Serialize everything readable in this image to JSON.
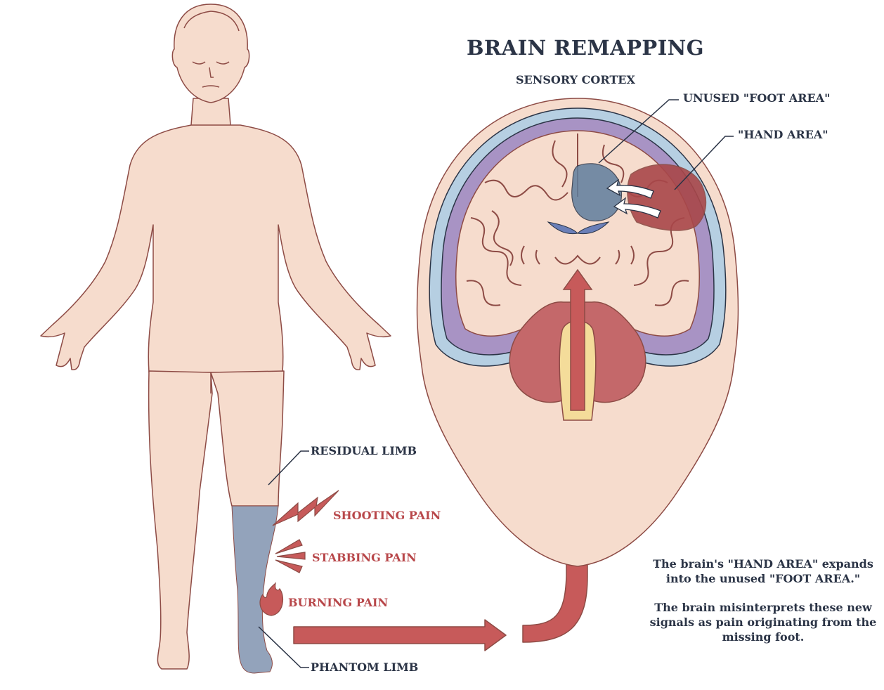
{
  "title": "BRAIN REMAPPING",
  "subtitle": "SENSORY CORTEX",
  "labels": {
    "unused_foot_area": "UNUSED \"FOOT AREA\"",
    "hand_area": "\"HAND AREA\"",
    "residual_limb": "RESIDUAL LIMB",
    "phantom_limb": "PHANTOM LIMB",
    "shooting_pain": "SHOOTING PAIN",
    "stabbing_pain": "STABBING PAIN",
    "burning_pain": "BURNING PAIN"
  },
  "explanation": {
    "line1": "The brain's \"HAND AREA\" expands into the unused \"FOOT AREA.\"",
    "line2": "The brain misinterprets these new signals as pain originating from the missing foot."
  },
  "colors": {
    "skin": "#f6dccd",
    "outline": "#8d4b45",
    "phantom_limb": "#93a3bb",
    "pain_red": "#b8474a",
    "navy_text": "#2b3446",
    "membrane_purple": "#a893c4",
    "skull_blue": "#b6cfe2",
    "foot_area_blue": "#5f7e9d",
    "hand_area_red": "#a9474a",
    "brainstem_yellow": "#f4dc9a"
  }
}
